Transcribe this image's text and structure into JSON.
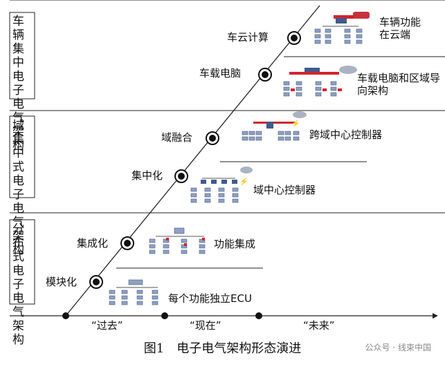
{
  "sections": [
    {
      "label": "车辆集中电子电气架构"
    },
    {
      "label": "域集中式电子电气架构"
    },
    {
      "label": "分布式电子电气架构"
    }
  ],
  "stages": [
    {
      "name": "车云计算",
      "desc": "车辆功能在云端"
    },
    {
      "name": "车载电脑",
      "desc": "车载电脑和区域导向架构"
    },
    {
      "name": "域融合",
      "desc": "跨域中心控制器"
    },
    {
      "name": "集中化",
      "desc": "域中心控制器"
    },
    {
      "name": "集成化",
      "desc": "功能集成"
    },
    {
      "name": "模块化",
      "desc": "每个功能独立ECU"
    }
  ],
  "timeline": [
    "“过去”",
    "“现在”",
    "“未来”"
  ],
  "caption": "图1　电子电气架构形态演进",
  "watermark": "公众号 · 线束中国",
  "colors": {
    "line": "#222222",
    "block": "#7d93b5",
    "accent": "#d4212e",
    "cloud": "#a9b3c2"
  }
}
